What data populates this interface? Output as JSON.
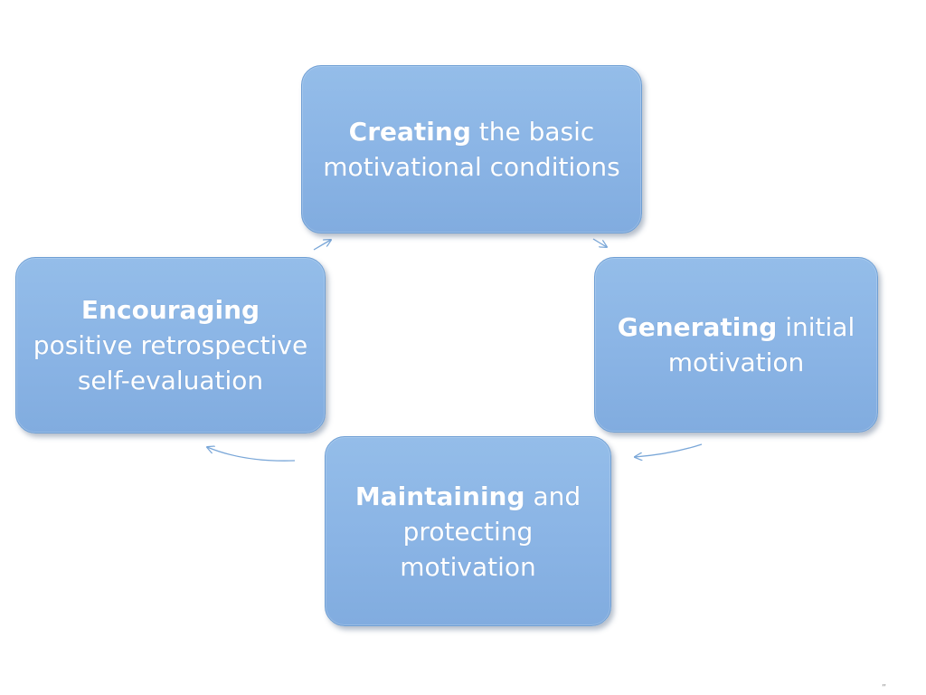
{
  "diagram": {
    "nodes": [
      {
        "id": "creating",
        "bold": "Creating",
        "rest": " the basic motivational conditions"
      },
      {
        "id": "generating",
        "bold": "Generating",
        "rest": " initial motivation"
      },
      {
        "id": "maintaining",
        "bold": "Maintaining",
        "rest": " and protecting motivation"
      },
      {
        "id": "encouraging",
        "bold": "Encouraging",
        "rest": " positive retrospective self-evaluation"
      }
    ],
    "edges": [
      {
        "from": "creating",
        "to": "generating"
      },
      {
        "from": "generating",
        "to": "maintaining"
      },
      {
        "from": "maintaining",
        "to": "encouraging"
      },
      {
        "from": "encouraging",
        "to": "creating"
      }
    ],
    "colors": {
      "node_fill": "#8ab4e5",
      "node_border": "#6f9fd4",
      "node_text": "#ffffff",
      "arrow": "#7aa7d8"
    }
  },
  "footer": {
    "corner_mark": "”"
  }
}
